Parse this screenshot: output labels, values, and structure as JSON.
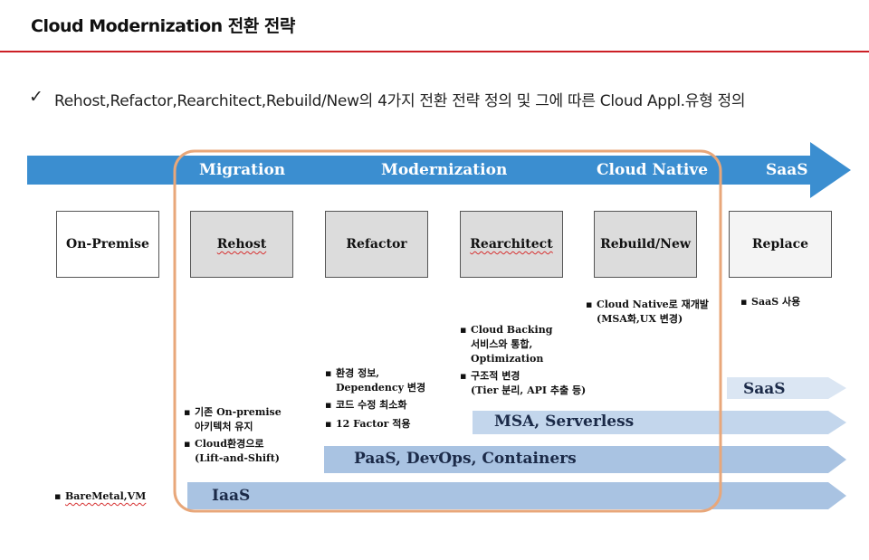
{
  "header": {
    "title": "Cloud Modernization 전환 전략",
    "check": "✓",
    "subtitle": "Rehost,Refactor,Rearchitect,Rebuild/New의 4가지 전환 전략 정의 및 그에 따른 Cloud Appl.유형 정의"
  },
  "stages": [
    "Migration",
    "Modernization",
    "Cloud Native",
    "SaaS"
  ],
  "boxes": [
    "On-Premise",
    "Rehost",
    "Refactor",
    "Rearchitect",
    "Rebuild/New",
    "Replace"
  ],
  "bands": [
    "IaaS",
    "PaaS, DevOps, Containers",
    "MSA, Serverless",
    "SaaS"
  ],
  "notes": {
    "baremetal": "BareMetal,VM",
    "rehost_1a": "기존 On-premise",
    "rehost_1b": "아키텍처 유지",
    "rehost_2a": "Cloud환경으로",
    "rehost_2b": "(Lift-and-Shift)",
    "refactor_1a": "환경 정보,",
    "refactor_1b": "Dependency 변경",
    "refactor_2": "코드 수정 최소화",
    "refactor_3": "12 Factor 적용",
    "rearch_1a": "Cloud Backing",
    "rearch_1b": "서비스와 통합,",
    "rearch_1c": "Optimization",
    "rearch_2a": "구조적 변경",
    "rearch_2b": "(Tier 분리, API 추출 등)",
    "rebuild_1a": "Cloud Native로 재개발",
    "rebuild_1b": "(MSA화,UX 변경)",
    "replace_1": "SaaS 사용"
  },
  "colors": {
    "title_rule": "#cc1f25",
    "main_arrow": "#3b8ed0",
    "highlight_frame": "#e8a77a",
    "band_fill": "#a9c3e2"
  }
}
